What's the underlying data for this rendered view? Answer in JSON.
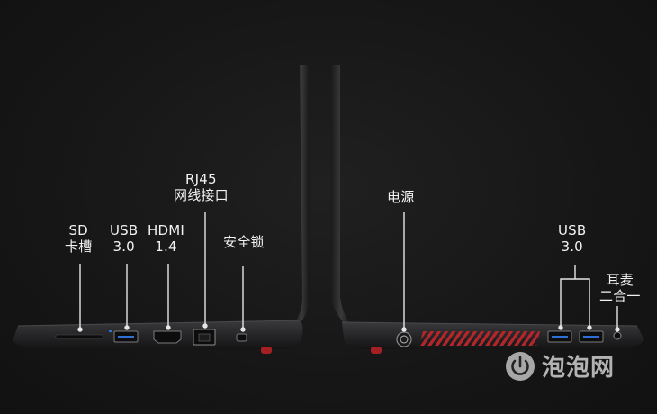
{
  "labels": {
    "sd": [
      "SD",
      "卡槽"
    ],
    "usb_left": [
      "USB",
      "3.0"
    ],
    "hdmi": [
      "HDMI",
      "1.4"
    ],
    "rj45": [
      "RJ45",
      "网线接口"
    ],
    "lock": "安全锁",
    "power": "电源",
    "usb_right": [
      "USB",
      "3.0"
    ],
    "audio": [
      "耳麦",
      "二合一"
    ]
  },
  "watermark": {
    "text": "泡泡网",
    "icon": "power-logo-icon"
  },
  "colors": {
    "background": "#161616",
    "laptop_body": "#2b2b2d",
    "accent_red": "#c8282c",
    "line": "#e6e6e6"
  }
}
